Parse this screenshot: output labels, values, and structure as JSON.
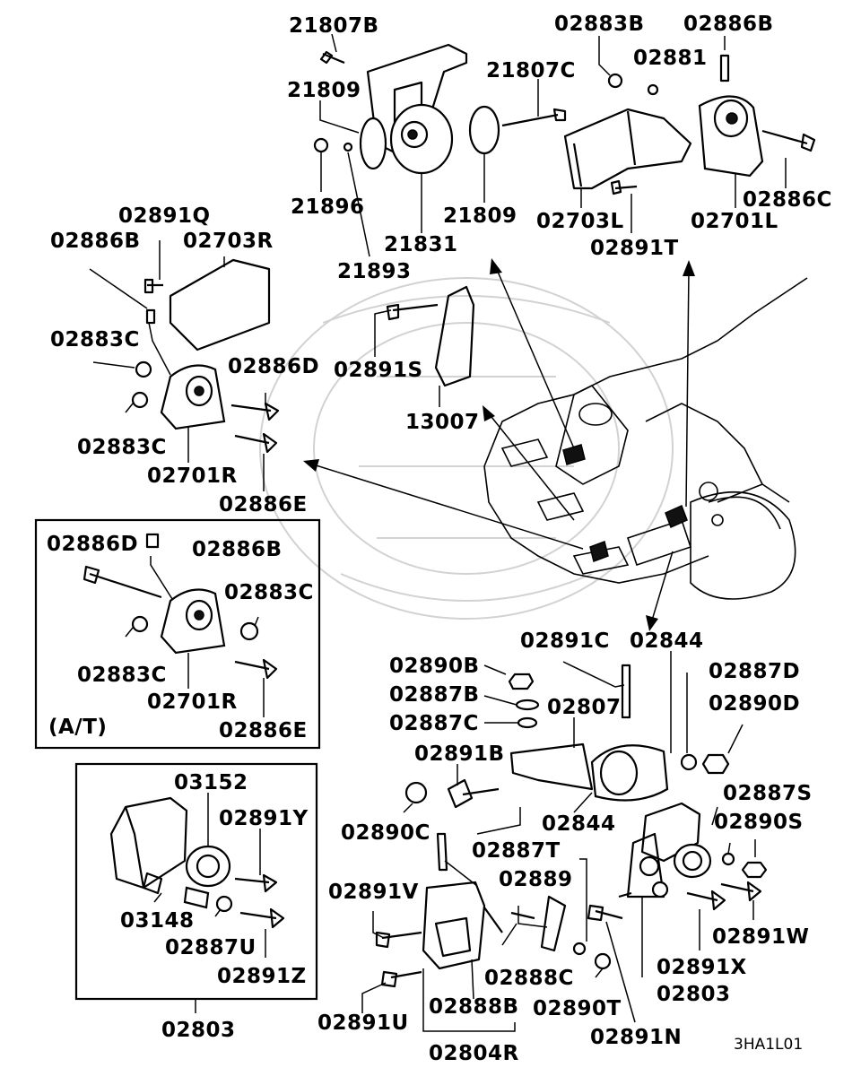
{
  "labels": {
    "l21807B": "21807B",
    "l21809a": "21809",
    "l21807C": "21807C",
    "l21896": "21896",
    "l21831": "21831",
    "l21809b": "21809",
    "l21893": "21893",
    "l02883B": "02883B",
    "l02881": "02881",
    "l02886Bt": "02886B",
    "l02886C": "02886C",
    "l02703L": "02703L",
    "l02701L": "02701L",
    "l02891T": "02891T",
    "l02891Q": "02891Q",
    "l02886Bl": "02886B",
    "l02703R": "02703R",
    "l02883Ca": "02883C",
    "l02886Da": "02886D",
    "l02883Cb": "02883C",
    "l02701Ra": "02701R",
    "l02886Ea": "02886E",
    "l02891S": "02891S",
    "l13007": "13007",
    "l02886Db": "02886D",
    "l02886Bb": "02886B",
    "l02883Cc": "02883C",
    "l02883Cd": "02883C",
    "l02701Rb": "02701R",
    "l02886Eb": "02886E",
    "lAT": "(A/T)",
    "l03152": "03152",
    "l02891Y": "02891Y",
    "l03148": "03148",
    "l02887U": "02887U",
    "l02891Z": "02891Z",
    "l02803a": "02803",
    "l02891C": "02891C",
    "l02844a": "02844",
    "l02890B": "02890B",
    "l02887B": "02887B",
    "l02807": "02807",
    "l02887C": "02887C",
    "l02887D": "02887D",
    "l02890D": "02890D",
    "l02891B": "02891B",
    "l02890C": "02890C",
    "l02844b": "02844",
    "l02887S": "02887S",
    "l02890S": "02890S",
    "l02887T": "02887T",
    "l02889": "02889",
    "l02891V": "02891V",
    "l02891W": "02891W",
    "l02891X": "02891X",
    "l02803b": "02803",
    "l02888C": "02888C",
    "l02891U": "02891U",
    "l02888B": "02888B",
    "l02890T": "02890T",
    "l02891N": "02891N",
    "l02804R": "02804R",
    "l3HA1L01": "3HA1L01"
  }
}
